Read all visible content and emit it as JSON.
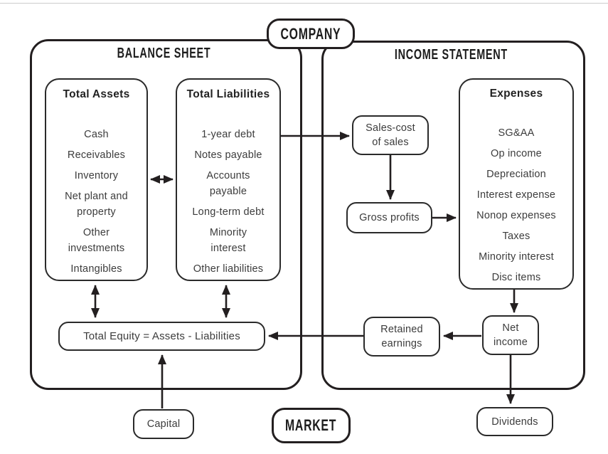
{
  "company_node": {
    "label": "COMPANY"
  },
  "market_node": {
    "label": "MARKET"
  },
  "balance_sheet": {
    "title": "BALANCE SHEET",
    "assets": {
      "title": "Total Assets",
      "items": [
        "Cash",
        "Receivables",
        "Inventory",
        "Net plant and\nproperty",
        "Other\ninvestments",
        "Intangibles"
      ]
    },
    "liabilities": {
      "title": "Total Liabilities",
      "items": [
        "1-year debt",
        "Notes payable",
        "Accounts\npayable",
        "Long-term debt",
        "Minority\ninterest",
        "Other liabilities"
      ]
    },
    "equity": {
      "label": "Total Equity = Assets - Liabilities"
    },
    "capital": {
      "label": "Capital"
    }
  },
  "income_statement": {
    "title": "INCOME STATEMENT",
    "sales_cost": {
      "label": "Sales-cost\nof sales"
    },
    "gross_profits": {
      "label": "Gross profits"
    },
    "expenses": {
      "title": "Expenses",
      "items": [
        "SG&AA",
        "Op income",
        "Depreciation",
        "Interest expense",
        "Nonop expenses",
        "Taxes",
        "Minority interest",
        "Disc items"
      ]
    },
    "retained_earnings": {
      "label": "Retained\nearnings"
    },
    "net_income": {
      "label": "Net\nincome"
    },
    "dividends": {
      "label": "Dividends"
    }
  },
  "colors": {
    "line": "#231f20",
    "text": "#3c3c3c",
    "background": "#ffffff",
    "top_rule": "#cccccc"
  }
}
